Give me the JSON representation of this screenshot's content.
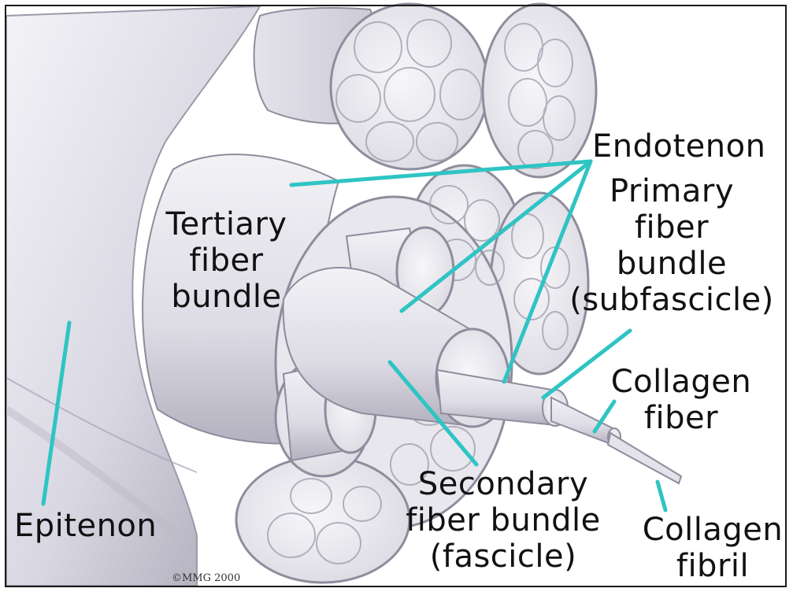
{
  "labels": {
    "endotenon": "Endotenon",
    "primary_line1": "Primary",
    "primary_line2": "fiber",
    "primary_line3": "bundle",
    "primary_line4": "(subfascicle)",
    "tertiary_line1": "Tertiary",
    "tertiary_line2": "fiber",
    "tertiary_line3": "bundle",
    "collagen_fiber_line1": "Collagen",
    "collagen_fiber_line2": "fiber",
    "secondary_line1": "Secondary",
    "secondary_line2": "fiber bundle",
    "secondary_line3": "(fascicle)",
    "epitenon": "Epitenon",
    "collagen_fibril_line1": "Collagen",
    "collagen_fibril_line2": "fibril"
  },
  "copyright": "©MMG 2000",
  "colors": {
    "leader_line": "#2fc4c4",
    "tissue_light": "#e6e4ee",
    "tissue_shadow": "#b9b6c6",
    "fascicle_fill": "#efeff4",
    "fascicle_line": "#8f8c9c",
    "label_text": "#111111"
  }
}
